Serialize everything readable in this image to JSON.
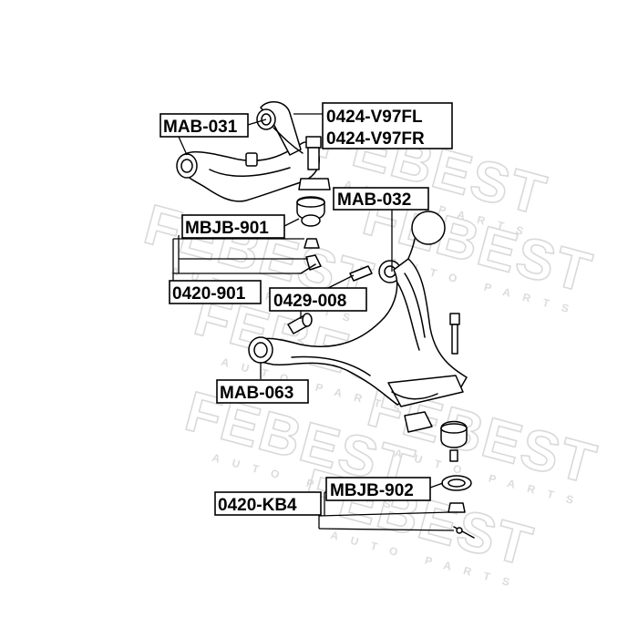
{
  "watermark": {
    "brand": "FEBEST",
    "sub": "AUTO PARTS"
  },
  "parts": [
    {
      "id": "upper-arm-bushing",
      "code": "MAB-031"
    },
    {
      "id": "upper-arm-left",
      "code": "0424-V97FL"
    },
    {
      "id": "upper-arm-right",
      "code": "0424-V97FR"
    },
    {
      "id": "lower-arm-bushing-front",
      "code": "MAB-032"
    },
    {
      "id": "upper-ball-joint",
      "code": "MBJB-901"
    },
    {
      "id": "upper-ball-joint-kit",
      "code": "0420-901"
    },
    {
      "id": "cam-bolt",
      "code": "0429-008"
    },
    {
      "id": "lower-arm-bushing-rear",
      "code": "MAB-063"
    },
    {
      "id": "lower-ball-joint",
      "code": "MBJB-902"
    },
    {
      "id": "lower-ball-joint-kit",
      "code": "0420-KB4"
    }
  ]
}
